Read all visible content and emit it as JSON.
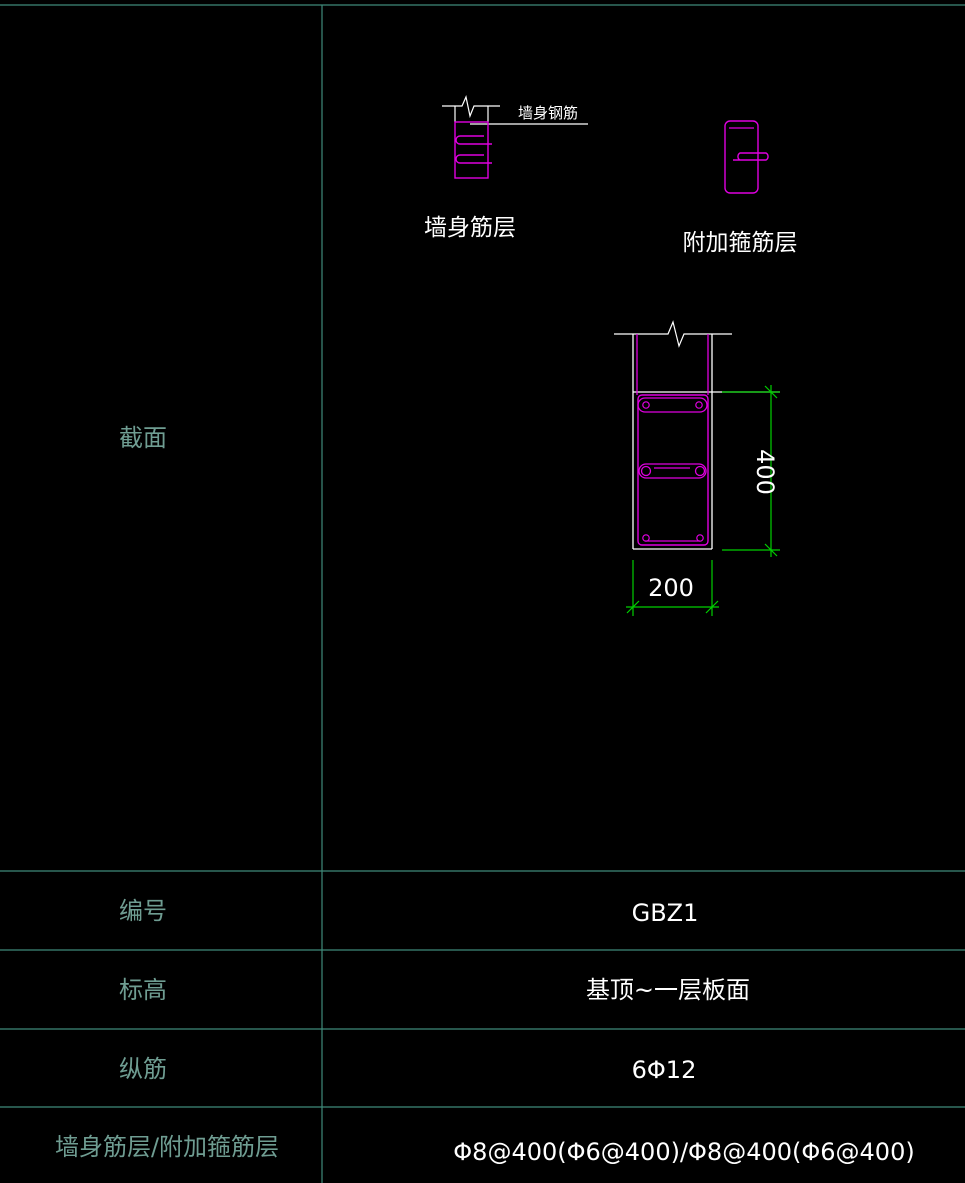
{
  "table": {
    "section_label": "截面",
    "rows": [
      {
        "label": "编号",
        "value": "GBZ1"
      },
      {
        "label": "标高",
        "value": "基顶~一层板面"
      },
      {
        "label": "纵筋",
        "value": "6Φ12"
      },
      {
        "label": "墙身筋层/附加箍筋层",
        "value": "Φ8@400(Φ6@400)/Φ8@400(Φ6@400)"
      }
    ]
  },
  "drawing": {
    "wall_bar_note": "墙身钢筋",
    "wall_layer_caption": "墙身筋层",
    "extra_layer_caption": "附加箍筋层",
    "dim_width": "200",
    "dim_height": "400"
  },
  "colors": {
    "grid_line": "#3f8a7a",
    "rebar": "#e000e0",
    "dimension": "#00d000",
    "outline": "#ffffff",
    "left_text": "#6f9d92",
    "right_text": "#ffffff"
  }
}
